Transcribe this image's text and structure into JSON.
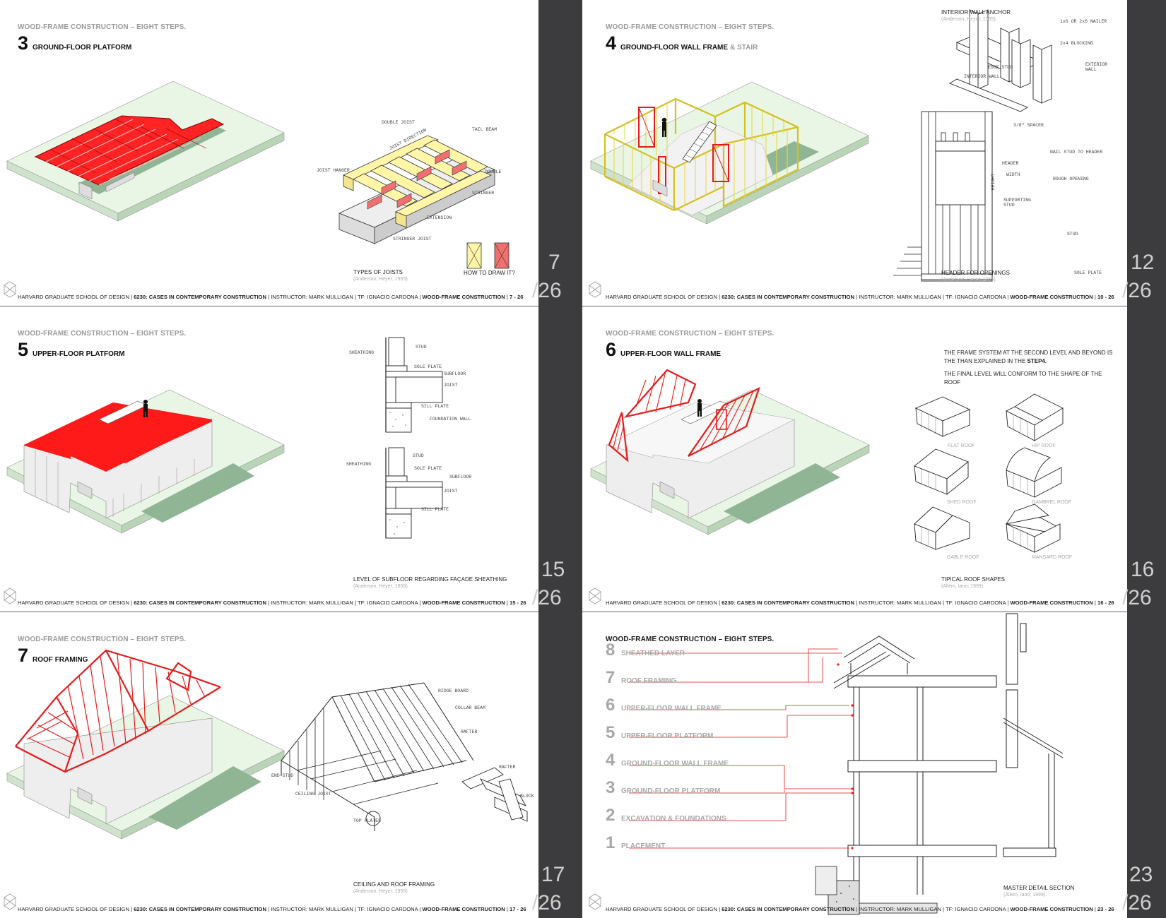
{
  "series_title": "WOOD-FRAME CONSTRUCTION – EIGHT STEPS.",
  "footer": {
    "school": "HARVARD GRADUATE SCHOOL OF DESIGN",
    "course": "6230: CASES IN CONTEMPORARY CONSTRUCTION",
    "instructor": "INSTRUCTOR: MARK MULLIGAN",
    "tf": "TF: IGNACIO CARDONA",
    "topic": "WOOD-FRAME CONSTRUCTION",
    "sep": "|"
  },
  "slides": [
    {
      "step": "3",
      "title": "GROUND-FLOOR PLATFORM",
      "subtitle": "",
      "page": "7",
      "total": "/26",
      "footer_pages": "7 - 26",
      "captions": [
        {
          "text": "TYPES OF JOISTS",
          "src": "(Anderson, Heyer; 1955)."
        },
        {
          "text": "HOW TO DRAW IT?",
          "src": ""
        }
      ],
      "labels": [
        "DOUBLE JOIST",
        "JOIST DIRECTION",
        "TAIL BEAM",
        "JOIST HANGER",
        "DOUBLE",
        "STRINGER",
        "EXTENSION",
        "STRINGER JOIST"
      ]
    },
    {
      "step": "4",
      "title": "GROUND-FLOOR WALL FRAME",
      "subtitle": "& STAIR",
      "page": "12",
      "total": "/26",
      "footer_pages": "10 - 26",
      "captions": [
        {
          "text": "INTERIOR WALL ANCHOR",
          "src": "(Anderson, Heyer; 1955)."
        },
        {
          "text": "HEADER FOR OPENINGS",
          "src": "(Anderson, Heyer; 1955)."
        }
      ],
      "labels": [
        "1x6 OR 2x6 NAILER",
        "2x4 BLOCKING",
        "EXTERIOR WALL",
        "EDGE STUD",
        "INTERIOR WALL",
        "3/8\" SPACER",
        "NAIL STUD TO HEADER",
        "HEADER",
        "WIDTH",
        "ROUGH OPENING",
        "HEIGHT",
        "SUPPORTING STUD",
        "STUD",
        "SOLE PLATE"
      ]
    },
    {
      "step": "5",
      "title": "UPPER-FLOOR PLATFORM",
      "subtitle": "",
      "page": "15",
      "total": "/26",
      "footer_pages": "15 - 26",
      "captions": [
        {
          "text": "LEVEL OF SUBFLOOR REGARDING FAÇADE SHEATHING",
          "src": "(Anderson, Heyer; 1955)."
        }
      ],
      "labels": [
        "STUD",
        "SHEATHING",
        "SOLE PLATE",
        "SUBFLOOR",
        "JOIST",
        "SILL PLATE",
        "FOUNDATION WALL",
        "STUD",
        "SHEATHING",
        "SOLE PLATE",
        "SUBFLOOR",
        "JOIST",
        "SILL PLATE"
      ]
    },
    {
      "step": "6",
      "title": "UPPER-FLOOR WALL FRAME",
      "subtitle": "",
      "page": "16",
      "total": "/26",
      "footer_pages": "16 - 26",
      "body1a": "THE FRAME SYSTEM AT THE SECOND LEVEL AND BEYOND IS",
      "body1b": "THE THAN EXPLAINED IN THE ",
      "body1c": "STEP4.",
      "body2": "THE FINAL LEVEL WILL CONFORM TO THE SHAPE OF THE ROOF",
      "roofs": [
        "FLAT ROOF",
        "HIP ROOF",
        "SHED ROOF",
        "GAMBREL ROOF",
        "GABLE ROOF",
        "MANSARD ROOF"
      ],
      "captions": [
        {
          "text": "TIPICAL ROOF SHAPES",
          "src": "(Allem, Iano; 1999)."
        }
      ]
    },
    {
      "step": "7",
      "title": "ROOF FRAMING",
      "subtitle": "",
      "page": "17",
      "total": "/26",
      "footer_pages": "17 - 26",
      "captions": [
        {
          "text": "CEILING AND ROOF FRAMING",
          "src": "(Anderson, Heyer; 1955)."
        }
      ],
      "labels": [
        "RIDGE BOARD",
        "COLLAR BEAM",
        "RAFTER",
        "RAFTER",
        "BLOCK",
        "END STUD",
        "CEILING JOIST",
        "TOP PLATES"
      ]
    },
    {
      "step": "",
      "title": "",
      "subtitle": "",
      "page": "23",
      "total": "/26",
      "footer_pages": "23 - 26",
      "steps_list": [
        {
          "n": "8",
          "label": "SHEATHED LAYER"
        },
        {
          "n": "7",
          "label": "ROOF FRAMING"
        },
        {
          "n": "6",
          "label": "UPPER-FLOOR WALL FRAME"
        },
        {
          "n": "5",
          "label": "UPPER-FLOOR PLATFORM"
        },
        {
          "n": "4",
          "label": "GROUND-FLOOR WALL FRAME"
        },
        {
          "n": "3",
          "label": "GROUND-FLOOR PLATFORM"
        },
        {
          "n": "2",
          "label": "EXCAVATION & FOUNDATIONS"
        },
        {
          "n": "1",
          "label": "PLACEMENT"
        }
      ],
      "captions": [
        {
          "text": "MASTER DETAIL SECTION",
          "src": "(Allem, Iano; 1999)."
        }
      ]
    }
  ],
  "colors": {
    "accent_red": "#ff1a1a",
    "joist_yellow": "#fff5a8",
    "ground_green": "#8fb594",
    "sidebar": "#3c3c3e"
  }
}
